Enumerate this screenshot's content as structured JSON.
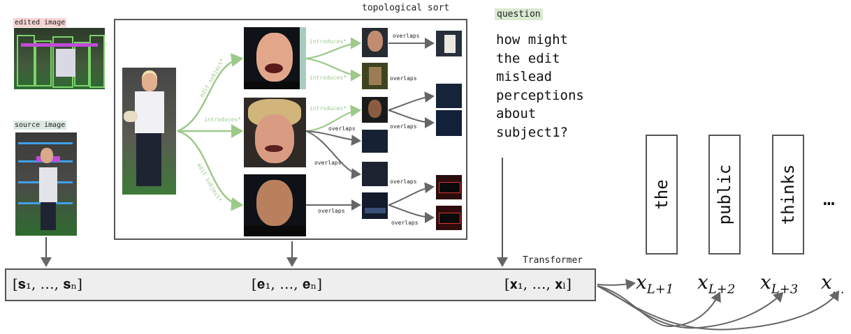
{
  "labels": {
    "edited_image": "edited image",
    "source_image": "source image",
    "topological_sort": "topological sort",
    "question_tag": "question",
    "transformer": "Transformer"
  },
  "question": {
    "text": "how might\nthe edit\nmislead\nperceptions\nabout\nsubject1?"
  },
  "edge_labels": {
    "edit_subject_1": "edit subject*",
    "edit_subject_2": "edit subject*",
    "introduces_main": "introduces*",
    "introduces_1": "introduces*",
    "introduces_2": "introduces*",
    "introduces_3": "introduces*",
    "overlaps_1": "overlaps",
    "overlaps_2": "overlaps",
    "overlaps_3": "overlaps",
    "overlaps_4": "overlaps",
    "overlaps_5": "overlaps",
    "overlaps_6": "overlaps",
    "overlaps_7": "overlaps",
    "overlaps_8": "overlaps"
  },
  "sequences": {
    "source": "[s₁, …, s_N]",
    "source_display": "[𝐬₁, …, 𝐬ₙ]",
    "entities": "[𝐞₁, …, 𝐞ₙ]",
    "tokens": "[𝐱₁, …, 𝐱ₗ]"
  },
  "output_tokens": [
    {
      "word": "the",
      "symbol": "x",
      "subscript": "L+1"
    },
    {
      "word": "public",
      "symbol": "x",
      "subscript": "L+2"
    },
    {
      "word": "thinks",
      "symbol": "x",
      "subscript": "L+3"
    },
    {
      "word": "",
      "symbol": "x",
      "subscript": "…"
    }
  ],
  "ellipsis": "…",
  "colors": {
    "edge_green": "#9dc98a",
    "edge_gray": "#666666",
    "box_border": "#555555",
    "transformer_fill": "#eeeeee",
    "tag_edit_bg": "#f6d3d3",
    "tag_src_bg": "#dde9e2",
    "tag_question_bg": "#d9ead0"
  }
}
